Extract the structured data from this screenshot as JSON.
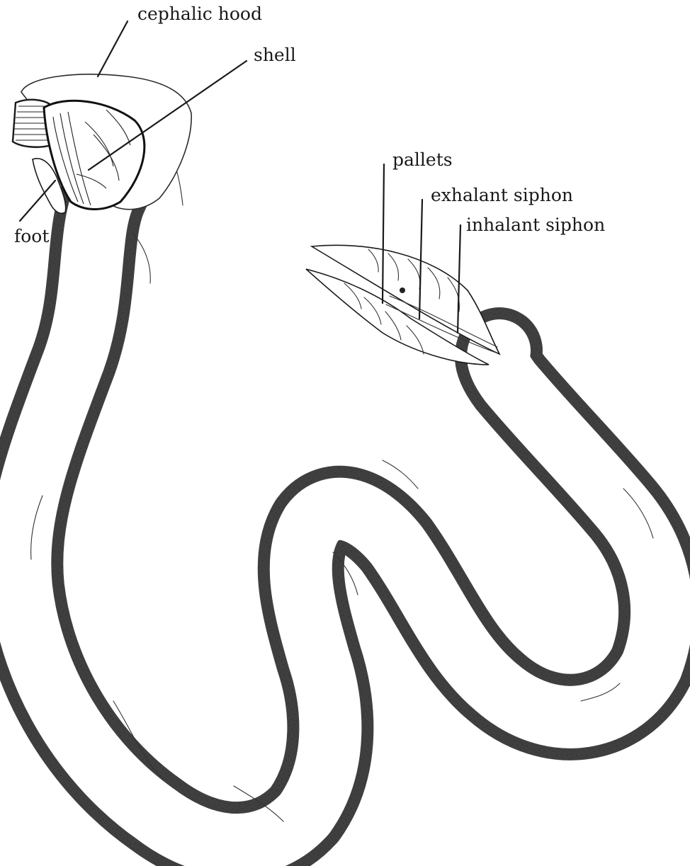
{
  "labels": {
    "cephalic_hood": "cephalic hood",
    "shell": "shell",
    "foot": "foot",
    "pallets": "pallets",
    "exhalant_siphon": "exhalant siphon",
    "inhalant_siphon": "inhalant siphon"
  },
  "colors": {
    "ink": "#1a1a1a",
    "stipple": "#3a3a3a",
    "background": "#ffffff"
  }
}
